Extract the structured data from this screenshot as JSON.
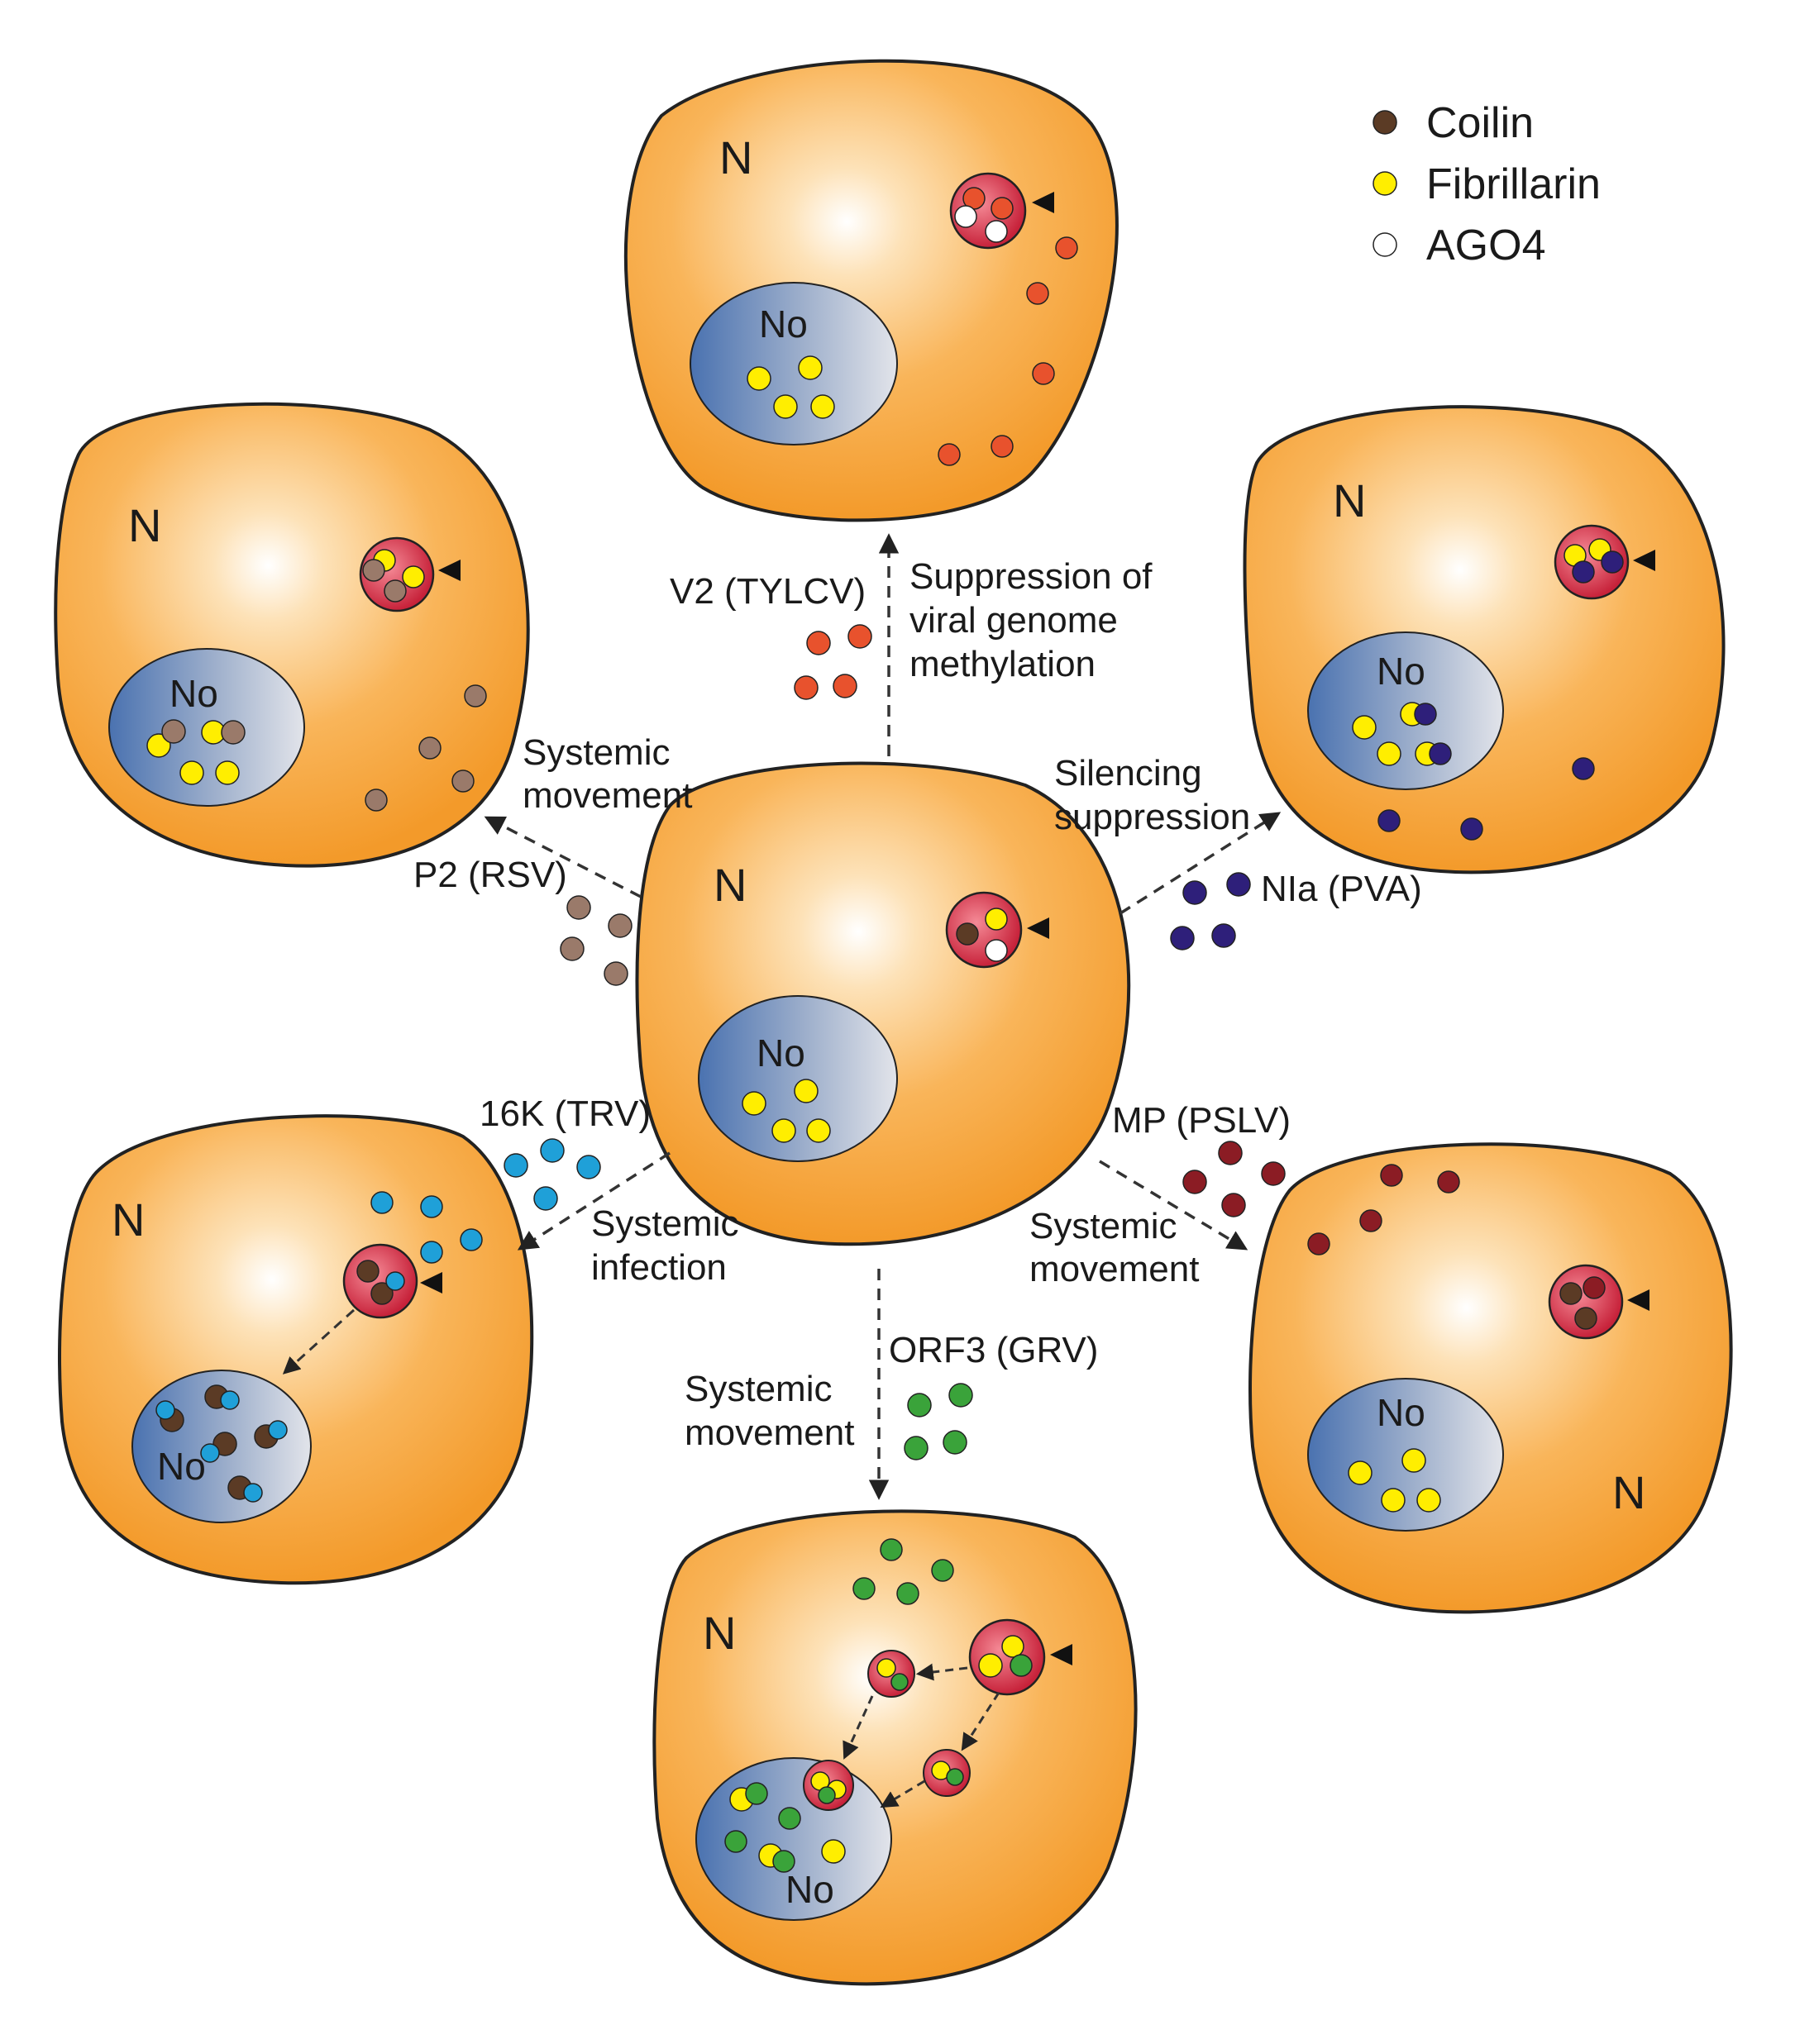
{
  "legend": [
    {
      "label": "Coilin",
      "color": "#5b3b25"
    },
    {
      "label": "Fibrillarin",
      "color": "#ffee00"
    },
    {
      "label": "AGO4",
      "color": "#ffffff"
    }
  ],
  "nucleus_label": "N",
  "nucleolus_label": "No",
  "colors": {
    "cell": "#f7a33a",
    "cell_edge": "#222222",
    "cajal_body": "#d63a4e",
    "nucleolus": "#5b7fb8",
    "tylcv": "#e8522d",
    "rsv": "#9a7a6a",
    "pva": "#2e1f7a",
    "trv": "#1fa0d8",
    "pslv": "#8b1c24",
    "grv": "#3aa33a"
  },
  "center": {
    "name": "healthy-cell"
  },
  "pathways": [
    {
      "id": "tylcv",
      "protein": "V2 (TYLCV)",
      "effect": [
        "Suppression of",
        "viral genome",
        "methylation"
      ]
    },
    {
      "id": "rsv",
      "protein": "P2 (RSV)",
      "effect": [
        "Systemic",
        "movement"
      ]
    },
    {
      "id": "pva",
      "protein": "NIa (PVA)",
      "effect": [
        "Silencing",
        "suppression"
      ]
    },
    {
      "id": "trv",
      "protein": "16K (TRV)",
      "effect": [
        "Systemic",
        "infection"
      ]
    },
    {
      "id": "pslv",
      "protein": "MP (PSLV)",
      "effect": [
        "Systemic",
        "movement"
      ]
    },
    {
      "id": "grv",
      "protein": "ORF3 (GRV)",
      "effect": [
        "Systemic",
        "movement"
      ]
    }
  ]
}
